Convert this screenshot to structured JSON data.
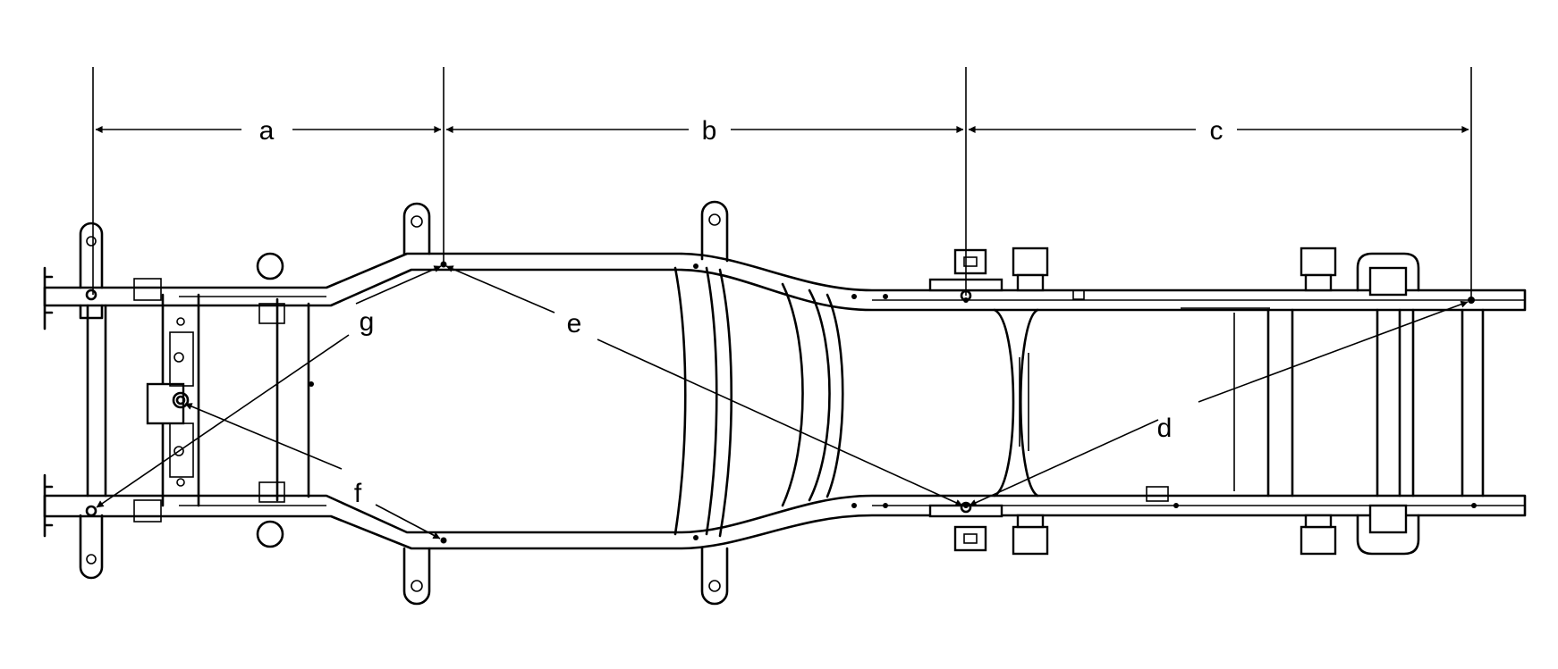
{
  "diagram": {
    "dimension_labels": {
      "a": "a",
      "b": "b",
      "c": "c",
      "d": "d",
      "e": "e",
      "f": "f",
      "g": "g"
    },
    "colors": {
      "line": "#000000",
      "background": "#ffffff"
    }
  }
}
